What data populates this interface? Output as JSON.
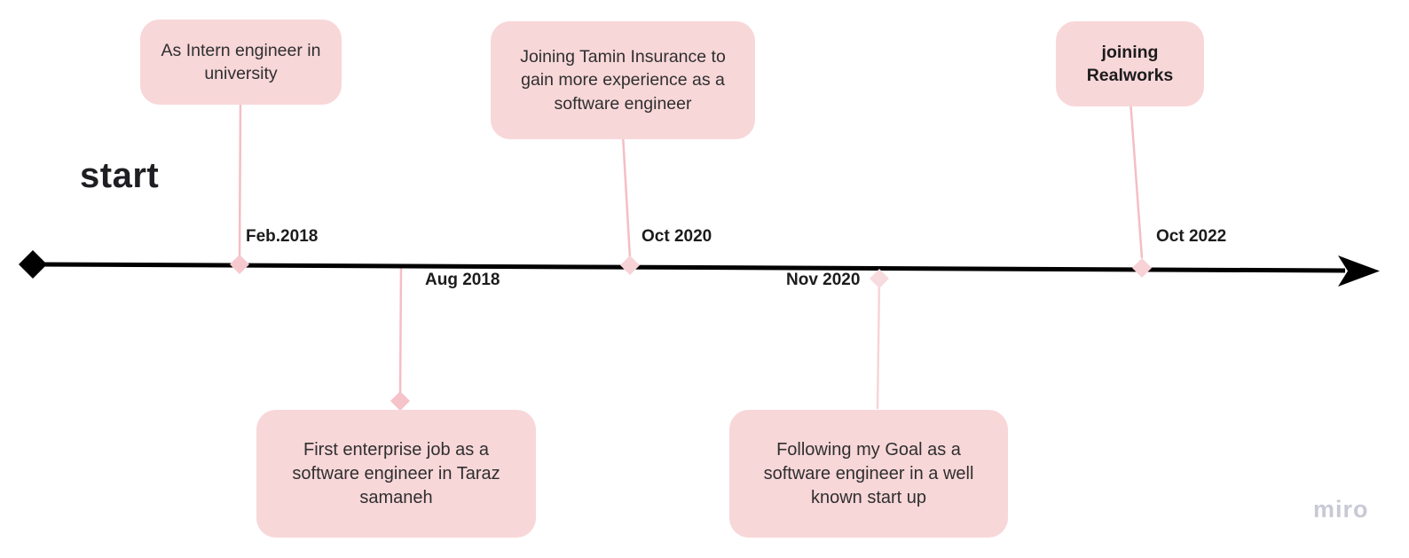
{
  "diagram": {
    "title_label": "start",
    "watermark": "miro"
  },
  "events": [
    {
      "date": "Feb.2018",
      "text": "As Intern engineer in university",
      "position": "above",
      "emphasis": "normal"
    },
    {
      "date": "Aug 2018",
      "text": "First enterprise job as a software engineer in Taraz samaneh",
      "position": "below",
      "emphasis": "normal"
    },
    {
      "date": "Oct 2020",
      "text": "Joining Tamin Insurance to gain more experience as a software engineer",
      "position": "above",
      "emphasis": "normal"
    },
    {
      "date": "Nov 2020",
      "text": "Following my Goal as a software engineer in a well known start up",
      "position": "below",
      "emphasis": "normal"
    },
    {
      "date": "Oct 2022",
      "text": "joining Realworks",
      "position": "above",
      "emphasis": "bold"
    }
  ],
  "colors": {
    "card_background": "#f8d7d9",
    "connector": "#f5bec4",
    "marker_pink": "#f6c9ce",
    "marker_pale": "#f8dbde",
    "timeline": "#000000",
    "card_text": "#2f2f2f",
    "date_text": "#1c1c1c",
    "title_text": "#1f1f23",
    "watermark_text": "#c9c9d6"
  }
}
